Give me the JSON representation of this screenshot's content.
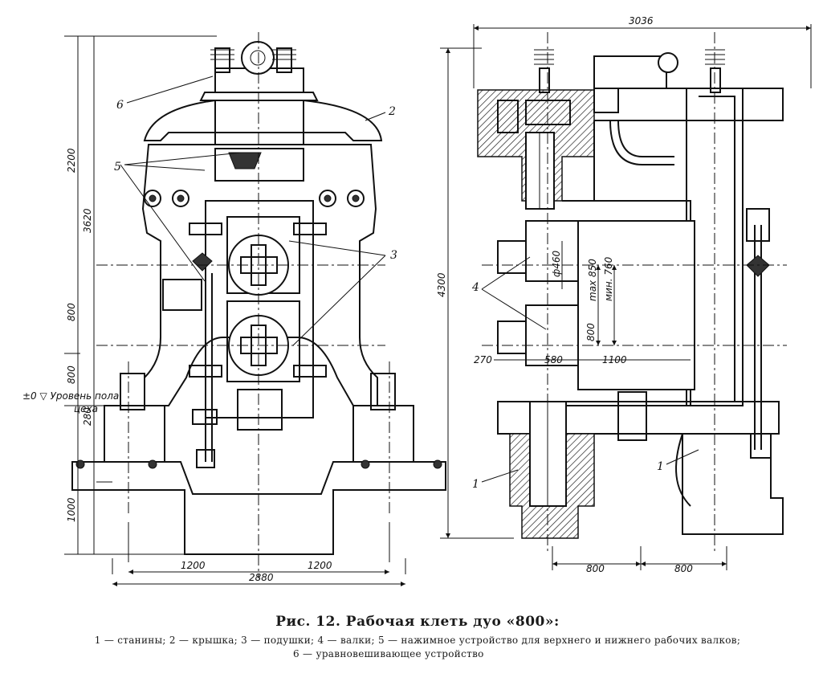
{
  "figure": {
    "title": "Рис. 12. Рабочая клеть дуо «800»:",
    "legend_line1": "1 — станины; 2 — крышка; 3 — подушки; 4 — валки; 5 — нажимное устройство для верхнего и нижнего рабочих валков;",
    "legend_line2": "6 — уравновешивающее устройство"
  },
  "left_view": {
    "dims": {
      "total_width": "2880",
      "half_left": "1200",
      "half_right": "1200",
      "h_top": "2200",
      "h_main": "3620",
      "h_mid": "800",
      "h_low": "800",
      "h_base": "280",
      "h_bottom": "1000"
    },
    "level_label": "±0 ▽ Уровень пола",
    "level_label2": "цеха",
    "callouts": {
      "c6": "6",
      "c2": "2",
      "c5": "5",
      "c3": "3"
    }
  },
  "right_view": {
    "dims": {
      "total_width": "3036",
      "total_height": "4300",
      "roll_dia": "ф460",
      "max_opening": "max 850",
      "min_opening": "мин. 760",
      "gap": "800",
      "d270": "270",
      "d580": "580",
      "d1100": "1100",
      "bottom_left": "800",
      "bottom_right": "800"
    },
    "callouts": {
      "c4": "4",
      "c1a": "1",
      "c1b": "1"
    }
  }
}
